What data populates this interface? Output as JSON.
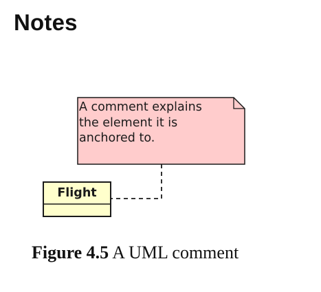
{
  "section": {
    "title": "Notes"
  },
  "diagram": {
    "note": {
      "text": "A comment explains\nthe element it is\nanchored to.",
      "fill": "#ffcccc"
    },
    "class_box": {
      "name": "Flight",
      "fill": "#ffffcc"
    }
  },
  "caption": {
    "label": "Figure 4.5",
    "text": "A UML comment"
  }
}
